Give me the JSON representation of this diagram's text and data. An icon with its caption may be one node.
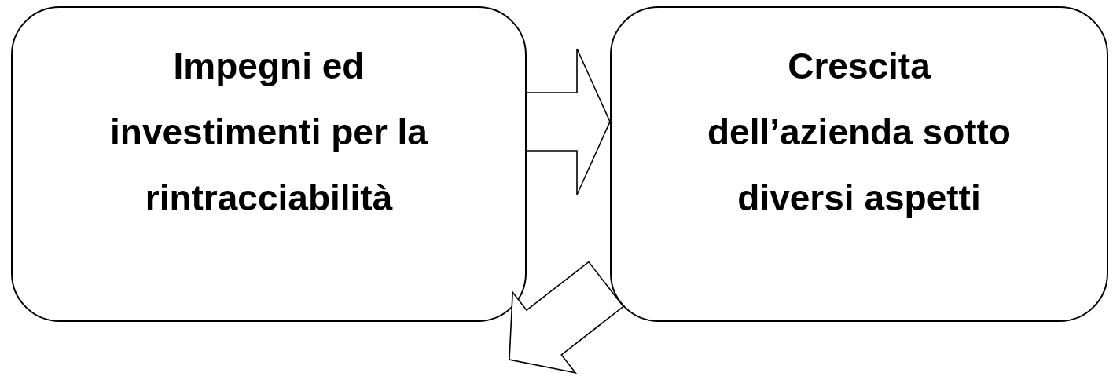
{
  "diagram": {
    "nodes": [
      {
        "text": [
          "Impegni ed investimenti per la rintracciabilità"
        ]
      },
      {
        "text": [
          "Crescita dell’azienda sotto diversi aspetti"
        ]
      }
    ],
    "edges": [
      {
        "from": 0,
        "to": 1,
        "arrow": "to"
      },
      {
        "from": 1,
        "to": null,
        "arrow": "to"
      }
    ]
  }
}
